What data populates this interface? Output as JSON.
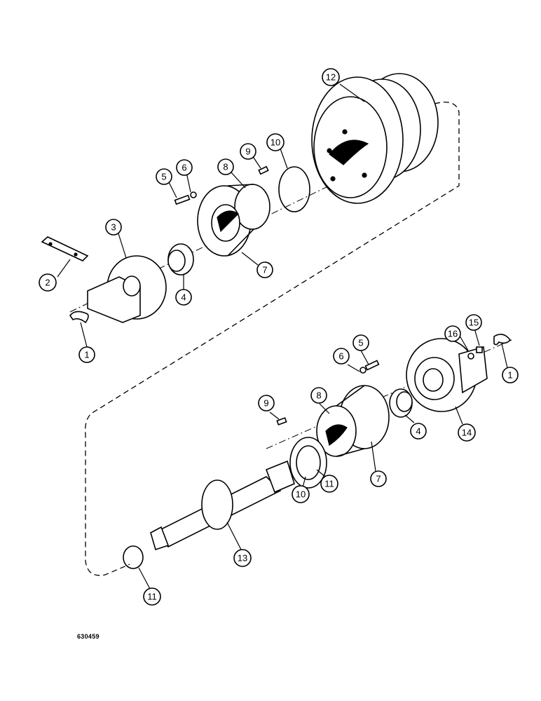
{
  "diagram": {
    "figure_code": "630459",
    "callouts": [
      {
        "id": "c12",
        "label": "12"
      },
      {
        "id": "c10a",
        "label": "10"
      },
      {
        "id": "c9a",
        "label": "9"
      },
      {
        "id": "c8a",
        "label": "8"
      },
      {
        "id": "c6a",
        "label": "6"
      },
      {
        "id": "c5a",
        "label": "5"
      },
      {
        "id": "c3",
        "label": "3"
      },
      {
        "id": "c2",
        "label": "2"
      },
      {
        "id": "c4a",
        "label": "4"
      },
      {
        "id": "c7a",
        "label": "7"
      },
      {
        "id": "c1a",
        "label": "1"
      },
      {
        "id": "c16",
        "label": "16"
      },
      {
        "id": "c15",
        "label": "15"
      },
      {
        "id": "c5b",
        "label": "5"
      },
      {
        "id": "c6b",
        "label": "6"
      },
      {
        "id": "c1b",
        "label": "1"
      },
      {
        "id": "c9b",
        "label": "9"
      },
      {
        "id": "c8b",
        "label": "8"
      },
      {
        "id": "c14",
        "label": "14"
      },
      {
        "id": "c4b",
        "label": "4"
      },
      {
        "id": "c11a",
        "label": "11"
      },
      {
        "id": "c10b",
        "label": "10"
      },
      {
        "id": "c7b",
        "label": "7"
      },
      {
        "id": "c13",
        "label": "13"
      },
      {
        "id": "c11b",
        "label": "11"
      }
    ]
  }
}
